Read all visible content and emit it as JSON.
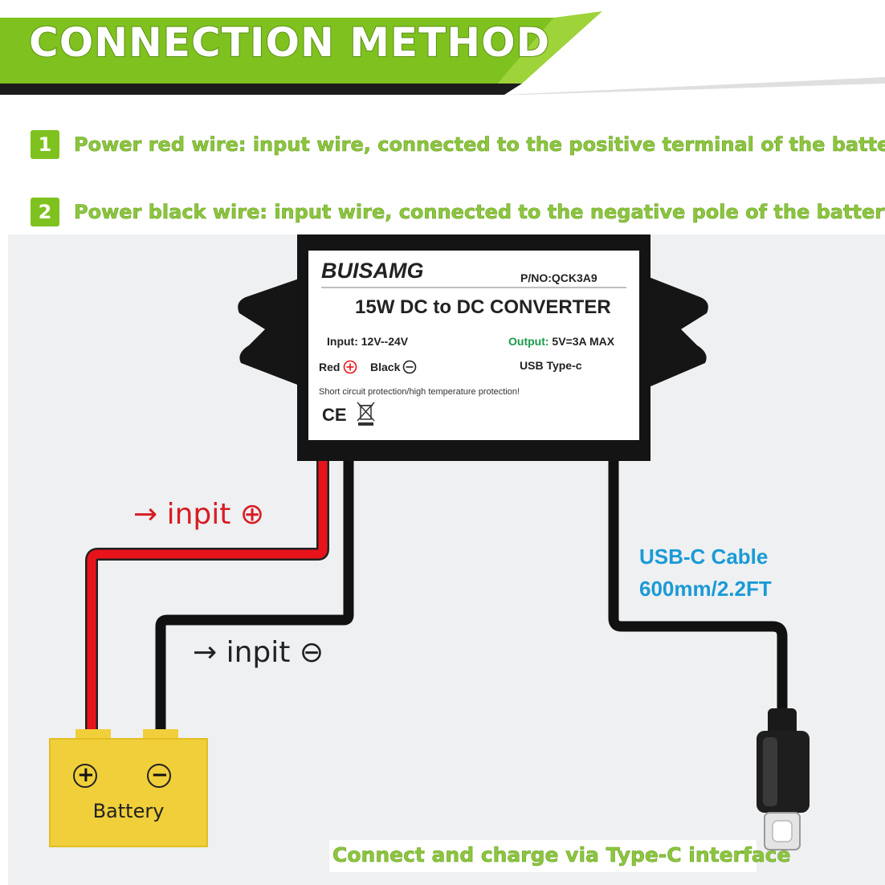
{
  "header": {
    "title": "CONNECTION METHOD"
  },
  "steps": [
    {
      "number": "1",
      "text": "Power red wire: input wire, connected to the positive terminal of the battery"
    },
    {
      "number": "2",
      "text": "Power black wire: input wire, connected to the negative pole of the battery"
    }
  ],
  "converter": {
    "brand": "BUISAMG",
    "part_number": "P/NO:QCK3A9",
    "model": "15W DC to DC CONVERTER",
    "input_label": "Input: 12V--24V",
    "output_prefix": "Output:",
    "output_value": "5V=3A MAX",
    "red_label": "Red",
    "black_label": "Black",
    "usb_label": "USB Type-c",
    "protection": "Short circuit protection/high temperature protection!",
    "ce_mark": "CE"
  },
  "wires": {
    "positive_label": "→ inpit ⊕",
    "negative_label": "→ inpit ⊖"
  },
  "cable": {
    "line1": "USB-C Cable",
    "line2": "600mm/2.2FT"
  },
  "battery": {
    "label": "Battery",
    "plus": "+",
    "minus": "−"
  },
  "footer": {
    "text": "Connect and charge via Type-C interface"
  },
  "colors": {
    "accent_green": "#7fc21f",
    "red_wire": "#e8131a",
    "cable_blue": "#1a9ad6",
    "battery_yellow": "#f0cf3a",
    "output_green": "#1a9a4a"
  }
}
